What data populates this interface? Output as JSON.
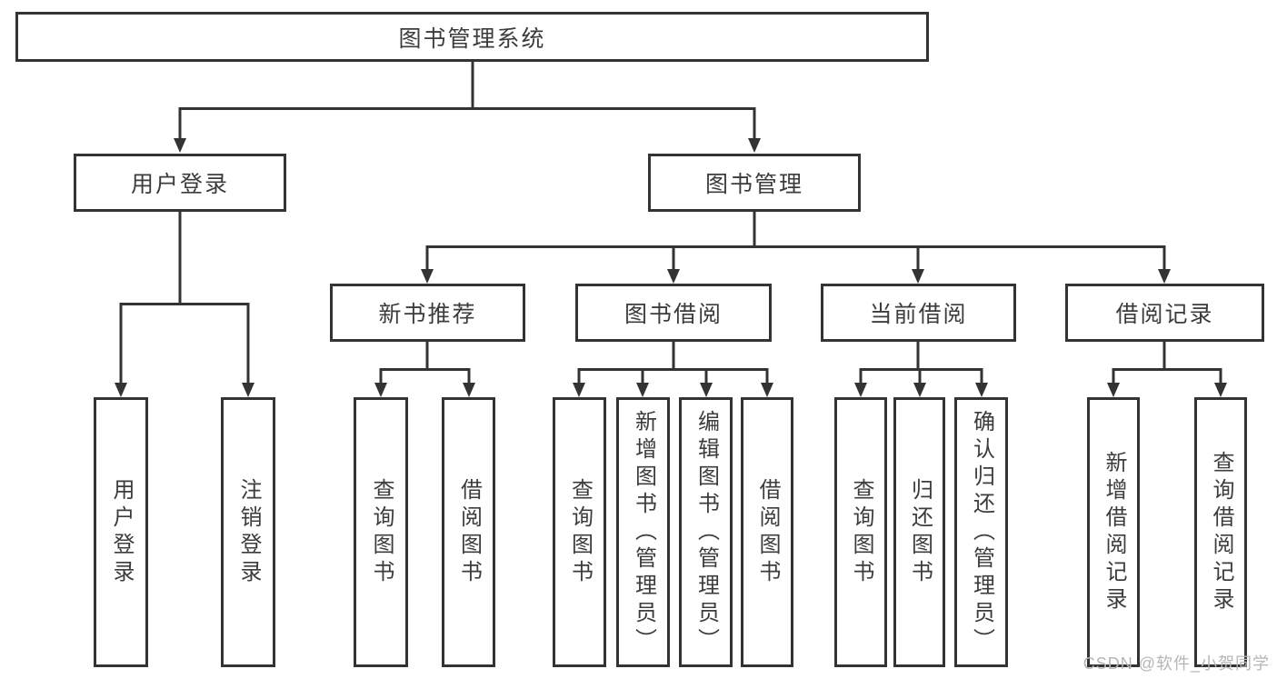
{
  "diagram": {
    "root": {
      "label": "图书管理系统"
    },
    "branches": [
      {
        "label": "用户登录",
        "children": [
          {
            "label": "用户登录"
          },
          {
            "label": "注销登录"
          }
        ]
      },
      {
        "label": "图书管理",
        "children": [
          {
            "label": "新书推荐",
            "children": [
              {
                "label": "查询图书"
              },
              {
                "label": "借阅图书"
              }
            ]
          },
          {
            "label": "图书借阅",
            "children": [
              {
                "label": "查询图书"
              },
              {
                "label": "新增图书（管理员）"
              },
              {
                "label": "编辑图书（管理员）"
              },
              {
                "label": "借阅图书"
              }
            ]
          },
          {
            "label": "当前借阅",
            "children": [
              {
                "label": "查询图书"
              },
              {
                "label": "归还图书"
              },
              {
                "label": "确认归还（管理员）"
              }
            ]
          },
          {
            "label": "借阅记录",
            "children": [
              {
                "label": "新增借阅记录"
              },
              {
                "label": "查询借阅记录"
              }
            ]
          }
        ]
      }
    ],
    "watermark": "CSDN @软件_小贺同学",
    "colors": {
      "line": "#333333",
      "text": "#3c3c3c",
      "watermark": "#b6b6b6",
      "background": "#ffffff"
    }
  }
}
